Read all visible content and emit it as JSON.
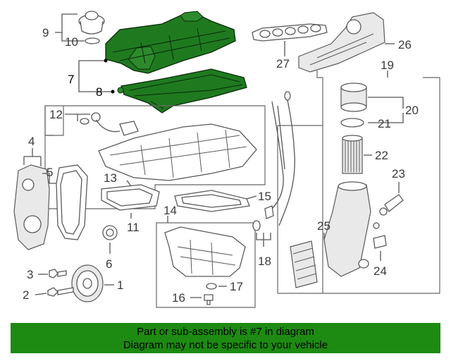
{
  "callouts": {
    "c1": "1",
    "c2": "2",
    "c3": "3",
    "c4": "4",
    "c5": "5",
    "c6": "6",
    "c7": "7",
    "c8": "8",
    "c9": "9",
    "c10": "10",
    "c11": "11",
    "c12": "12",
    "c13": "13",
    "c14": "14",
    "c15": "15",
    "c16": "16",
    "c17": "17",
    "c18": "18",
    "c19": "19",
    "c20": "20",
    "c21": "21",
    "c22": "22",
    "c23": "23",
    "c24": "24",
    "c25": "25",
    "c26": "26",
    "c27": "27"
  },
  "banner": {
    "line1": "Part or sub-assembly is #7 in diagram",
    "line2": "Diagram may not be specific to your vehicle"
  },
  "colors": {
    "highlight": "#1f7a1f",
    "banner_bg": "#1d8a12"
  }
}
